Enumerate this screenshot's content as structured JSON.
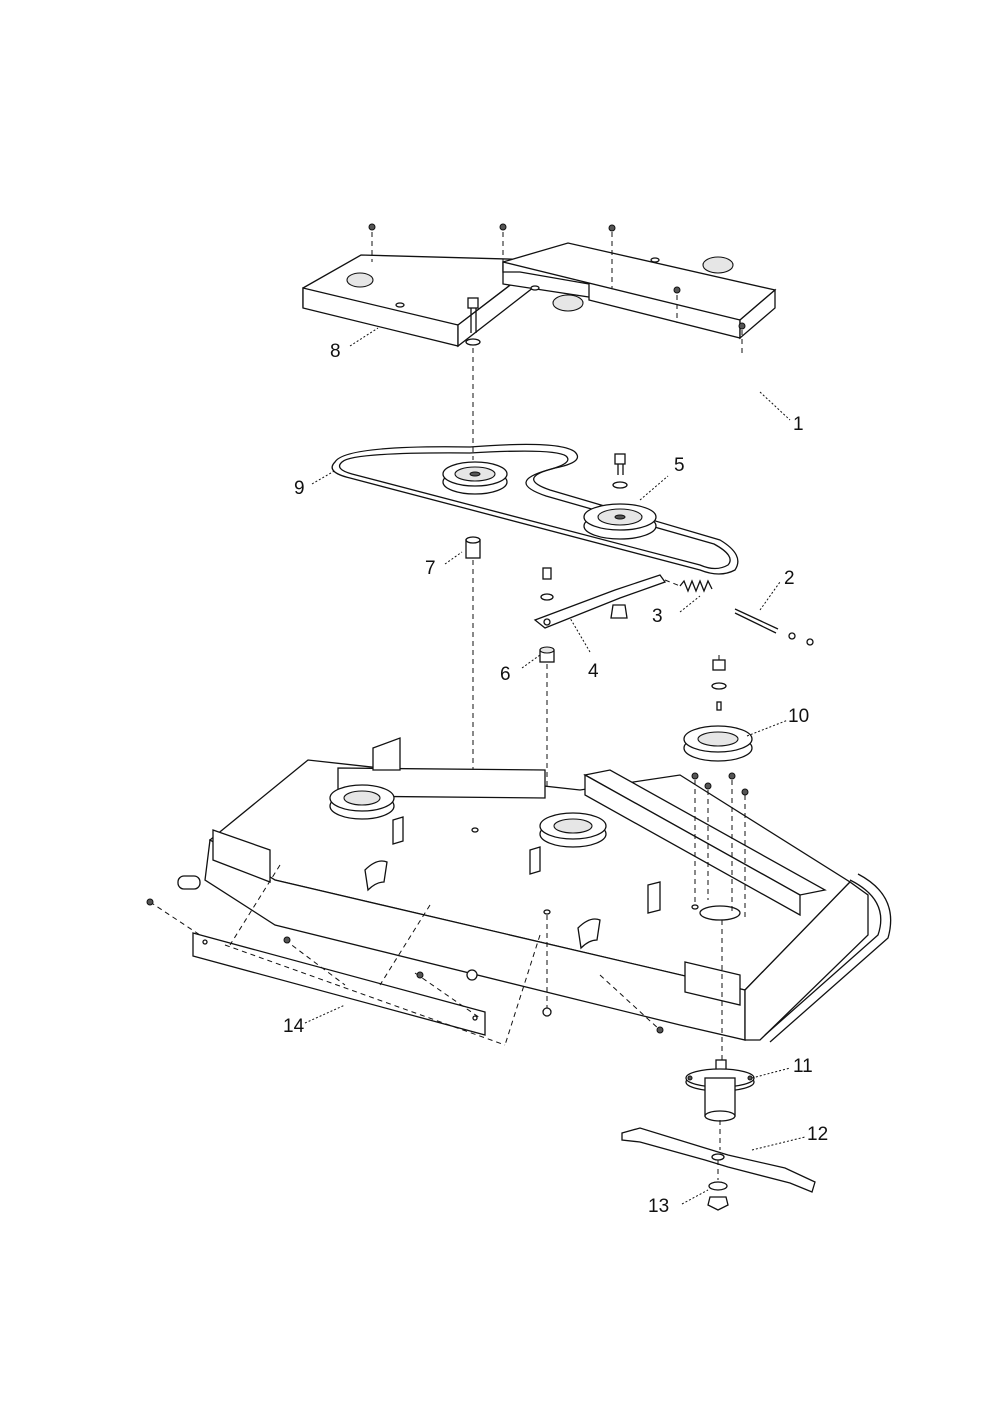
{
  "callouts": [
    {
      "id": "1",
      "label": "1"
    },
    {
      "id": "2",
      "label": "2"
    },
    {
      "id": "3",
      "label": "3"
    },
    {
      "id": "4",
      "label": "4"
    },
    {
      "id": "5",
      "label": "5"
    },
    {
      "id": "6",
      "label": "6"
    },
    {
      "id": "7",
      "label": "7"
    },
    {
      "id": "8",
      "label": "8"
    },
    {
      "id": "9",
      "label": "9"
    },
    {
      "id": "10",
      "label": "10"
    },
    {
      "id": "11",
      "label": "11"
    },
    {
      "id": "12",
      "label": "12"
    },
    {
      "id": "13",
      "label": "13"
    },
    {
      "id": "14",
      "label": "14"
    }
  ],
  "colors": {
    "line": "#111111",
    "background": "#ffffff",
    "shade": "#e6e6e6"
  }
}
